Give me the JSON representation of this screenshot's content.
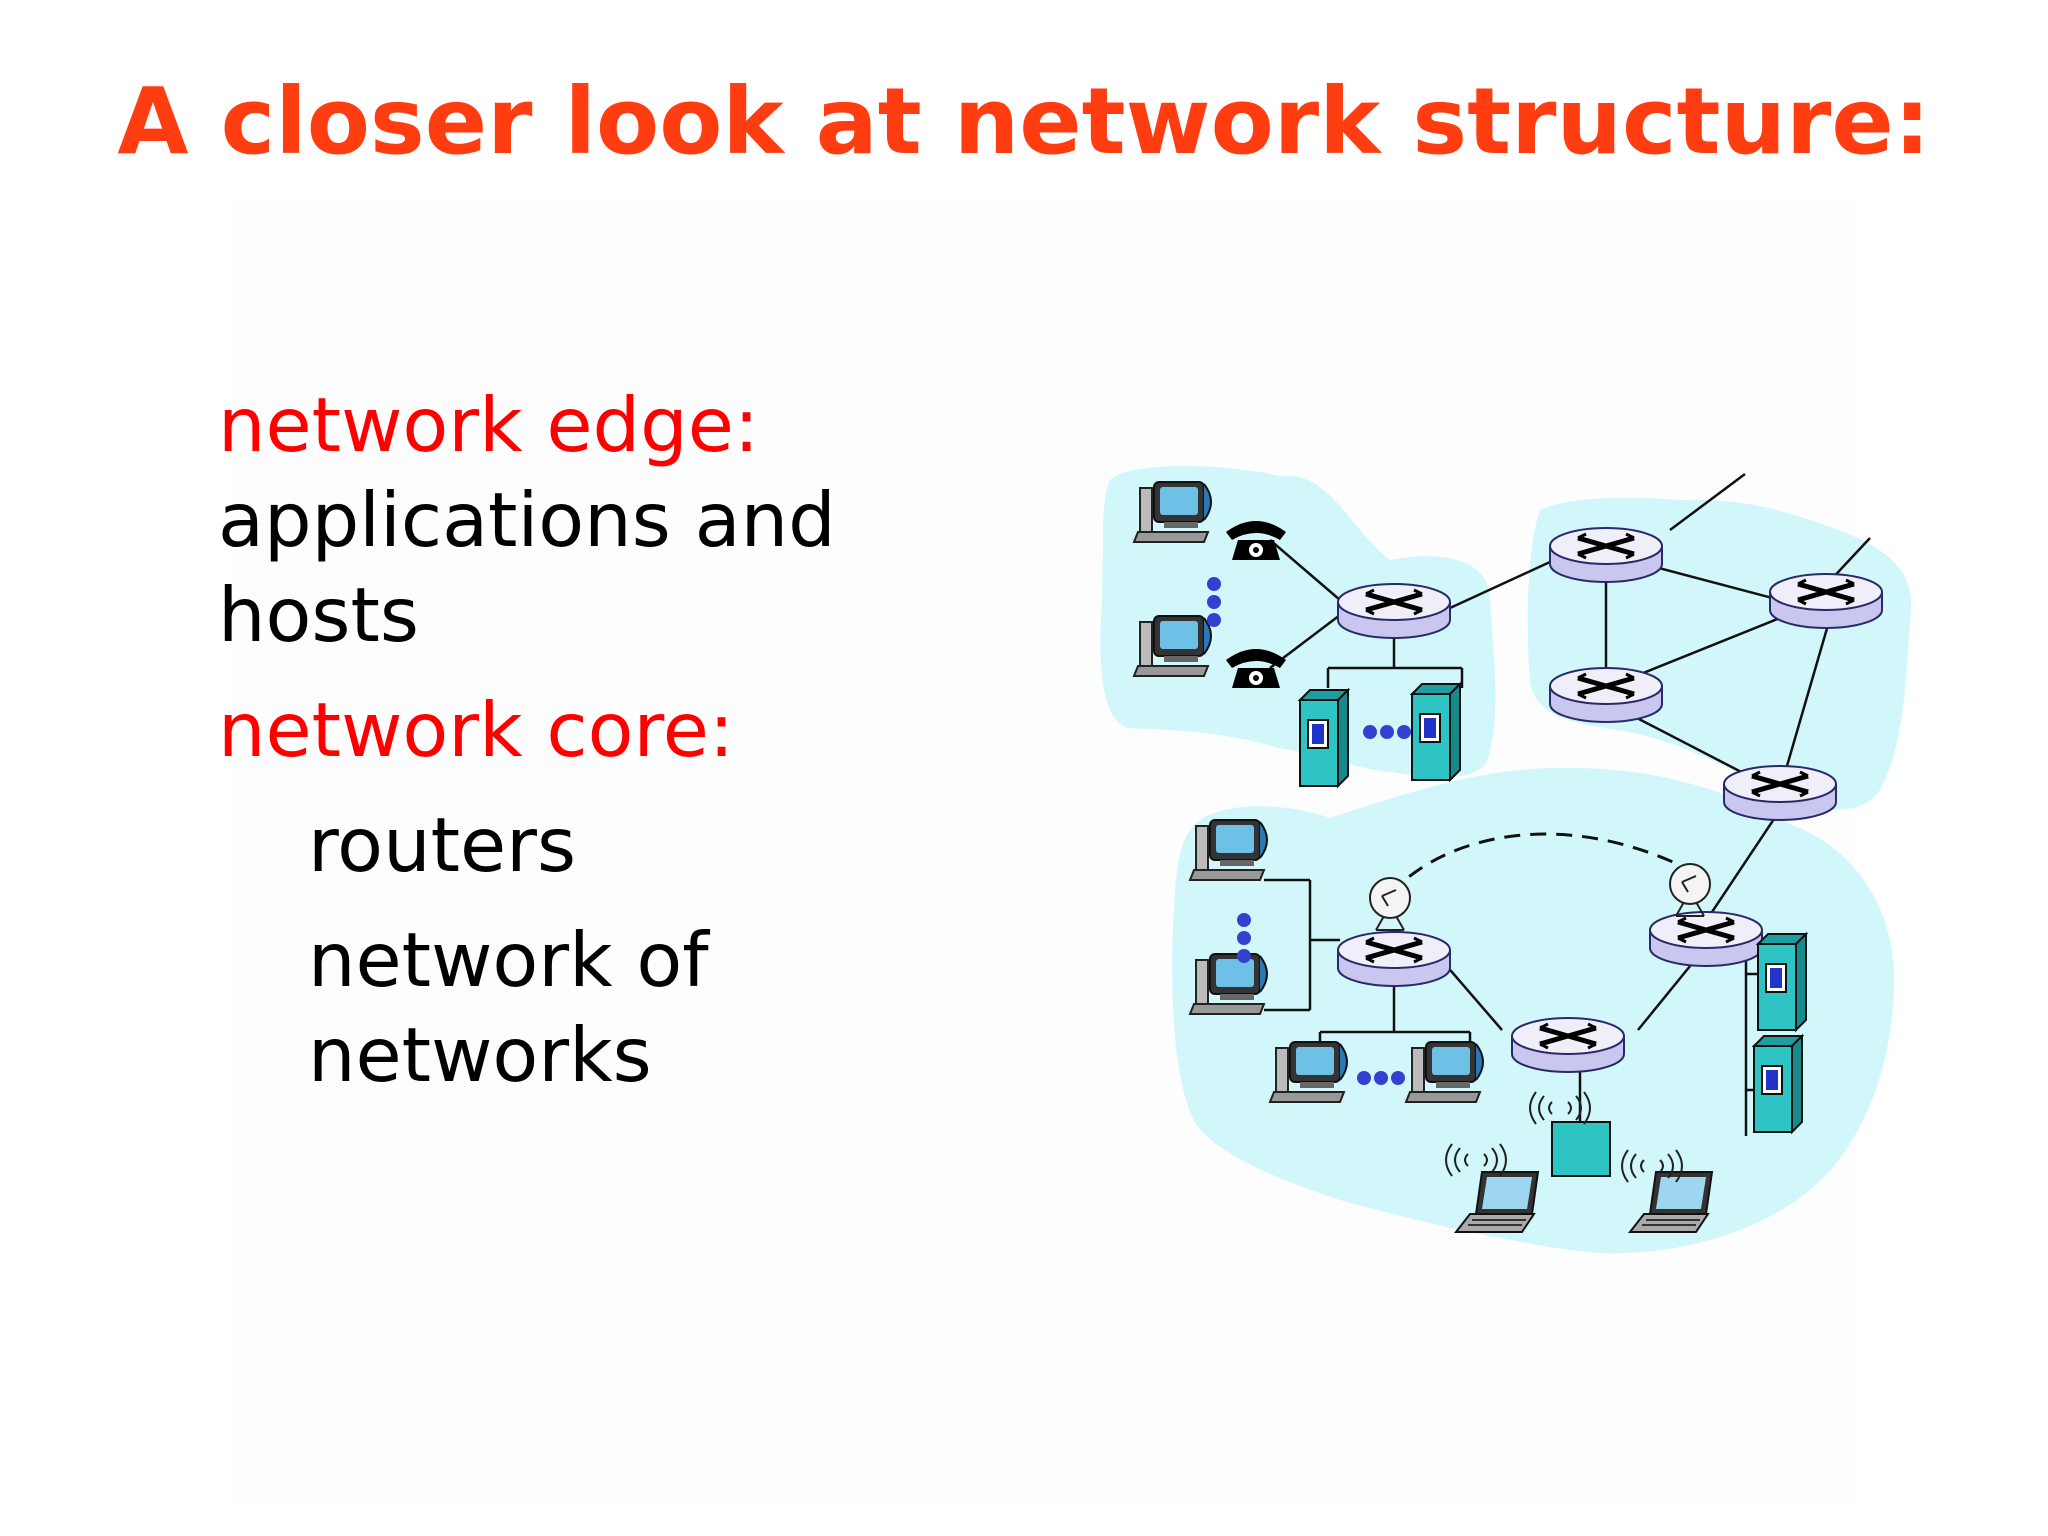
{
  "slide": {
    "title": "A closer look at network structure:",
    "edge_heading": "network edge:",
    "edge_body_1": "applications and",
    "edge_body_2": "hosts",
    "core_heading": "network core:",
    "core_item_1": "routers",
    "core_item_2a": "network of",
    "core_item_2b": "networks"
  },
  "colors": {
    "title": "#ff3d10",
    "heading": "#ff0000",
    "cloud": "#d2f7fa",
    "router_top": "#efeef9",
    "router_side": "#c9c6ef",
    "server": "#2ec4c4",
    "server_window": "#2233cc",
    "dots": "#3340d0"
  },
  "icons": [
    "router-icon",
    "desktop-computer-icon",
    "telephone-icon",
    "server-icon",
    "satellite-dish-icon",
    "laptop-icon",
    "wireless-access-point-icon"
  ]
}
